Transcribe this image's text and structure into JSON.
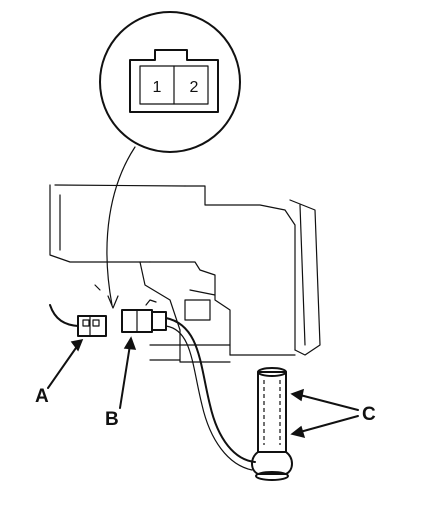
{
  "labels": {
    "a": "A",
    "b": "B",
    "c": "C"
  },
  "connector_pins": {
    "pin1": "1",
    "pin2": "2"
  }
}
